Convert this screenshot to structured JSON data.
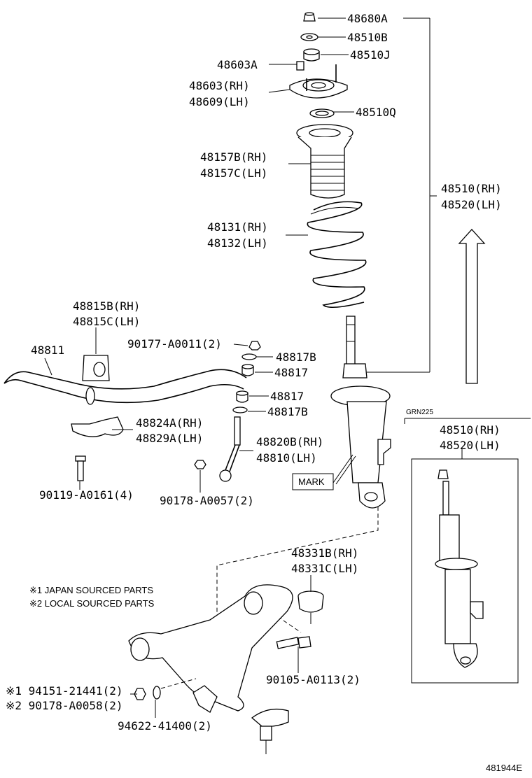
{
  "labels": {
    "l48680a": "48680A",
    "l48510b": "48510B",
    "l48510j": "48510J",
    "l48603a": "48603A",
    "l48603": "48603(RH)",
    "l48609": "48609(LH)",
    "l48510q": "48510Q",
    "l48157b": "48157B(RH)",
    "l48157c": "48157C(LH)",
    "l48131": "48131(RH)",
    "l48132": "48132(LH)",
    "l48510rh": "48510(RH)",
    "l48520lh": "48520(LH)",
    "l48815b": "48815B(RH)",
    "l48815c": "48815C(LH)",
    "l48811": "48811",
    "l90177": "90177-A0011(2)",
    "l48817b1": "48817B",
    "l48817a": "48817",
    "l48817c": "48817",
    "l48817b2": "48817B",
    "l48824a": "48824A(RH)",
    "l48829a": "48829A(LH)",
    "l48820b": "48820B(RH)",
    "l48810": "48810(LH)",
    "l90119": "90119-A0161(4)",
    "l90178a": "90178-A0057(2)",
    "lmark": "MARK",
    "lgrn": "GRN225",
    "l48510rh2": "48510(RH)",
    "l48520lh2": "48520(LH)",
    "l48331b": "48331B(RH)",
    "l48331c": "48331C(LH)",
    "note1": "※1 JAPAN SOURCED PARTS",
    "note2": "※2 LOCAL SOURCED PARTS",
    "l90105": "90105-A0113(2)",
    "l94151": "※1 94151-21441(2)",
    "l90178b": "※2 90178-A0058(2)",
    "l94622": "94622-41400(2)",
    "diagram_id": "481944E"
  }
}
